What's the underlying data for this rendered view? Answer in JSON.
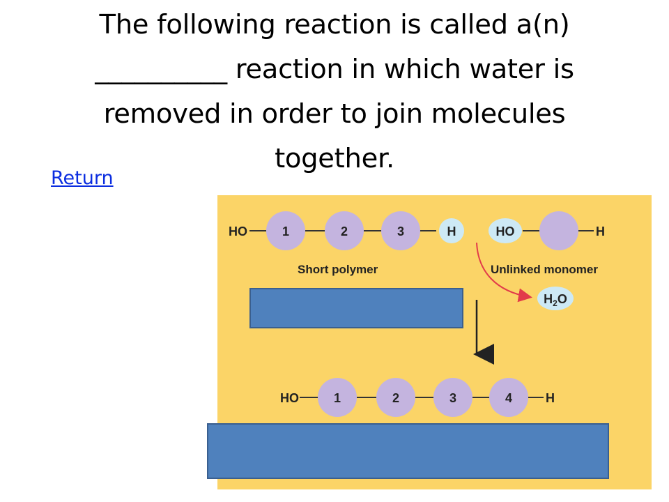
{
  "slide": {
    "title_lines": [
      "The following reaction is called a(n)",
      "__________ reaction in which water is",
      "removed in order to join molecules",
      "together."
    ],
    "return_link": "Return"
  },
  "diagram": {
    "short_polymer": {
      "left_group": "HO",
      "monomers": [
        "1",
        "2",
        "3"
      ],
      "right_group": "H",
      "label": "Short polymer"
    },
    "unlinked_monomer": {
      "left_group": "HO",
      "right_group": "H",
      "label": "Unlinked monomer"
    },
    "water": {
      "main": "H",
      "sub": "2",
      "tail": "O"
    },
    "product": {
      "left_group": "HO",
      "monomers": [
        "1",
        "2",
        "3",
        "4"
      ],
      "right_group": "H"
    },
    "colors": {
      "panel": "#fbd467",
      "monomer": "#c4b4df",
      "hydrogen_bubble": "#cde9f5",
      "arrow_curve": "#e23b4a",
      "cover_box": "#4f81bd"
    }
  }
}
